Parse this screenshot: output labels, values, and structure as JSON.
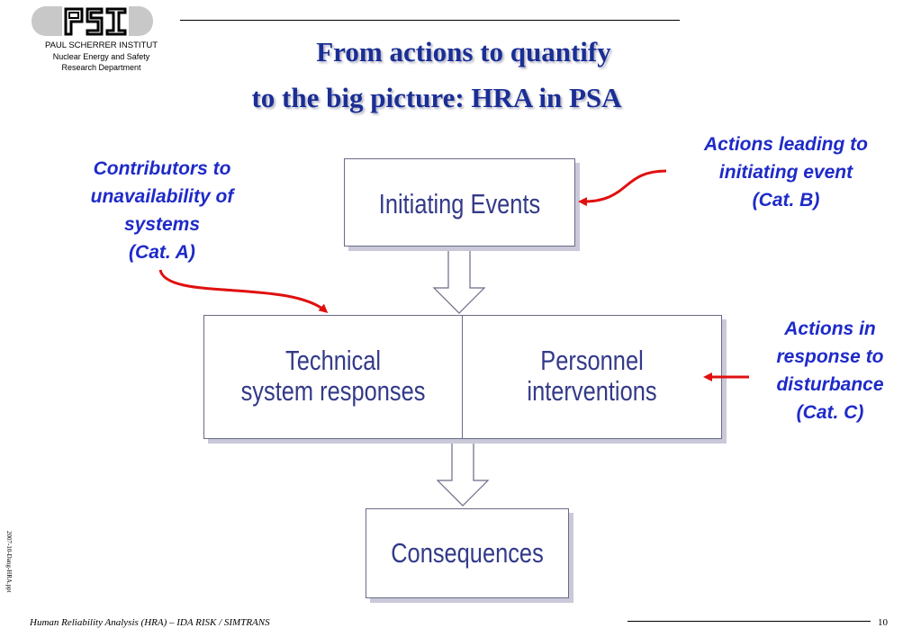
{
  "header": {
    "logo_text": "PSI",
    "institute_lines": [
      "PAUL SCHERRER INSTITUT",
      "Nuclear Energy and Safety",
      "Research Department"
    ]
  },
  "title": {
    "line1": "From actions to quantify",
    "line2": "to the big picture:  HRA in PSA"
  },
  "diagram": {
    "box_initiating": "Initiating Events",
    "box_technical": [
      "Technical",
      "system responses"
    ],
    "box_personnel": [
      "Personnel",
      "interventions"
    ],
    "box_consequences": "Consequences"
  },
  "annotations": {
    "cat_a": [
      "Contributors to",
      "unavailability of",
      "systems",
      "(Cat. A)"
    ],
    "cat_b": [
      "Actions leading to",
      "initiating event",
      "(Cat. B)"
    ],
    "cat_c": [
      "Actions in",
      "response to",
      "disturbance",
      "(Cat. C)"
    ]
  },
  "footer": {
    "text": "Human Reliability Analysis (HRA) – IDA RISK  / SIMTRANS",
    "page_number": "10",
    "side_label": "2007-10-Dang-HRA.ppt"
  },
  "colors": {
    "title": "#1a2e94",
    "annotation": "#1e2ac8",
    "box_text": "#333a88",
    "red_arrow": "#e01010"
  }
}
